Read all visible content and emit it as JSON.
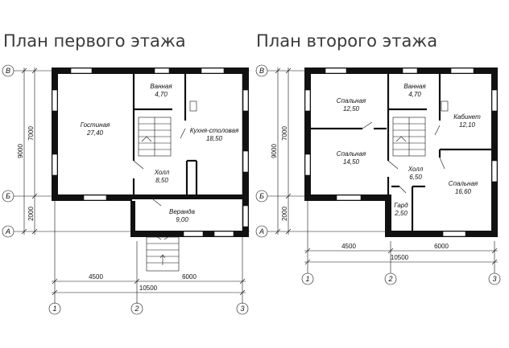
{
  "titles": {
    "first_floor": "План первого этажа",
    "second_floor": "План второго этажа"
  },
  "axes": {
    "rows": [
      "В",
      "Б",
      "А"
    ],
    "columns": [
      "1",
      "2",
      "3"
    ]
  },
  "first_floor": {
    "rooms": [
      {
        "name": "Гостиная",
        "area": "27,40"
      },
      {
        "name": "Ванная",
        "area": "4,70"
      },
      {
        "name": "Кухня-столовая",
        "area": "18,50"
      },
      {
        "name": "Холл",
        "area": "8,50"
      },
      {
        "name": "Веранда",
        "area": "9,00"
      }
    ],
    "dims": {
      "left": "4500",
      "right": "6000",
      "total": "10500",
      "height_total": "9000",
      "height_main": "7000",
      "height_veranda": "2000"
    }
  },
  "second_floor": {
    "rooms": [
      {
        "name": "Спальная",
        "area": "12,50"
      },
      {
        "name": "Ванная",
        "area": "4,70"
      },
      {
        "name": "Кабинет",
        "area": "12,10"
      },
      {
        "name": "Спальная",
        "area": "14,50"
      },
      {
        "name": "Холл",
        "area": "6,50"
      },
      {
        "name": "Спальная",
        "area": "16,60"
      },
      {
        "name": "Гард",
        "area": "2,50"
      }
    ],
    "dims": {
      "left": "4500",
      "right": "6000",
      "total": "10500",
      "height_total": "9000",
      "height_main": "7000",
      "height_veranda": "2000"
    }
  },
  "colors": {
    "ink": "#111111",
    "title": "#3a3a3a",
    "background": "#ffffff"
  }
}
